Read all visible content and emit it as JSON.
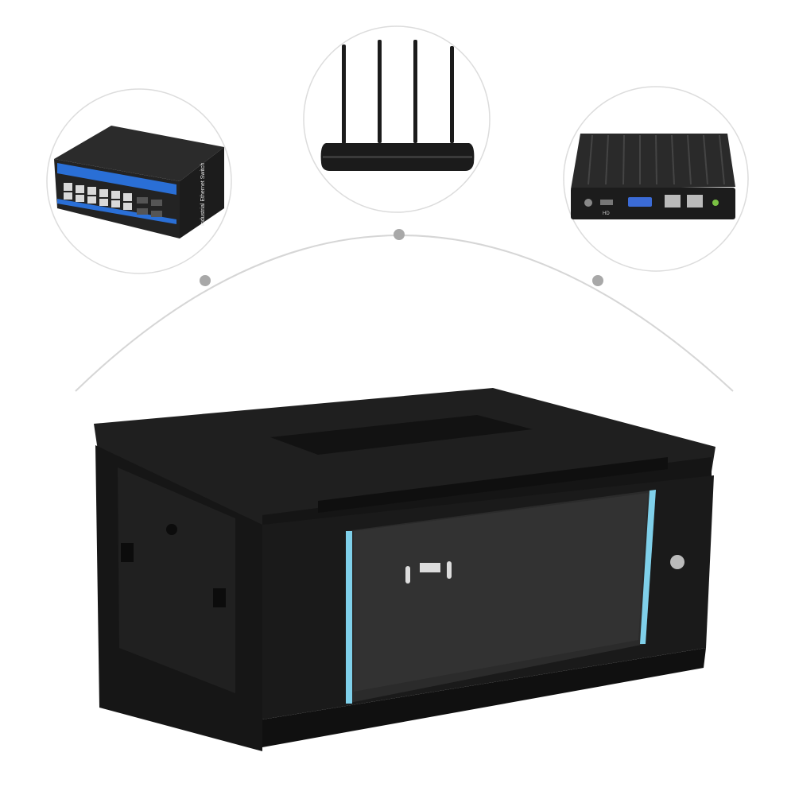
{
  "scene": {
    "background": "#ffffff",
    "products": [
      {
        "id": "ethernet-switch",
        "label": "Industrial Ethernet Switch",
        "accent": "#2a6fd6"
      },
      {
        "id": "wifi-router",
        "antennas": 4
      },
      {
        "id": "mini-pc",
        "port_labels": [
          "HD"
        ]
      },
      {
        "id": "wall-mount-network-cabinet",
        "trim": "#7fd0ea",
        "body": "#1a1a1a"
      }
    ],
    "connector_color": "#cfcfcf",
    "dot_color": "#a8a8a8"
  }
}
